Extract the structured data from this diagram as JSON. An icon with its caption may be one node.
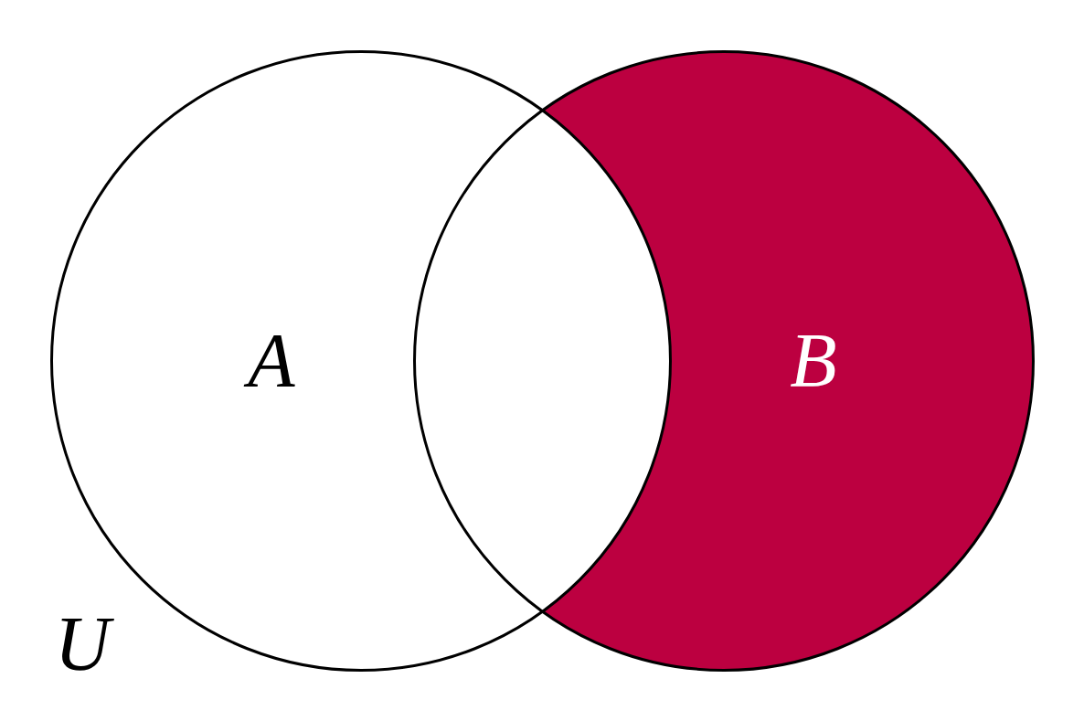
{
  "diagram": {
    "nodes": [
      {
        "text": [
          "A"
        ]
      },
      {
        "text": [
          "B"
        ]
      }
    ],
    "labels": [
      "U"
    ]
  }
}
